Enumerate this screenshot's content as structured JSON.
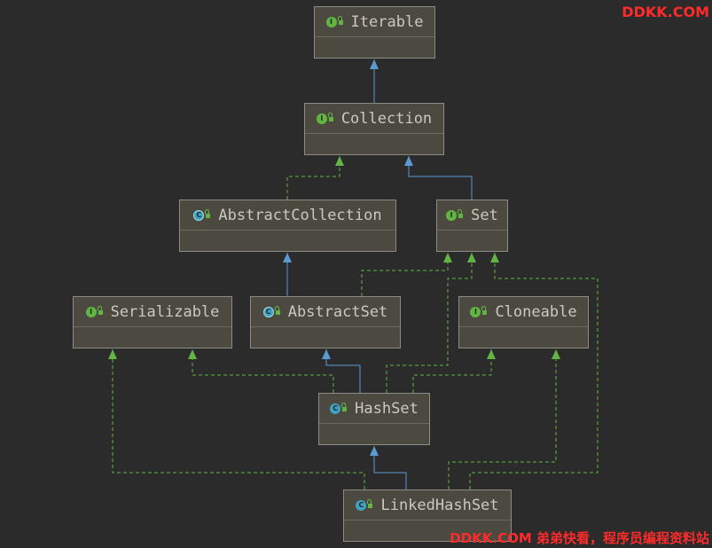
{
  "diagram": {
    "nodes": [
      {
        "id": "iterable",
        "label": "Iterable",
        "kind": "interface",
        "badge": "I"
      },
      {
        "id": "collection",
        "label": "Collection",
        "kind": "interface",
        "badge": "I"
      },
      {
        "id": "abstract-collection",
        "label": "AbstractCollection",
        "kind": "abstract",
        "badge": "C"
      },
      {
        "id": "set",
        "label": "Set",
        "kind": "interface",
        "badge": "I"
      },
      {
        "id": "serializable",
        "label": "Serializable",
        "kind": "interface",
        "badge": "I"
      },
      {
        "id": "abstract-set",
        "label": "AbstractSet",
        "kind": "abstract",
        "badge": "C"
      },
      {
        "id": "cloneable",
        "label": "Cloneable",
        "kind": "interface",
        "badge": "I"
      },
      {
        "id": "hash-set",
        "label": "HashSet",
        "kind": "class",
        "badge": "C"
      },
      {
        "id": "linked-hash-set",
        "label": "LinkedHashSet",
        "kind": "class",
        "badge": "C"
      }
    ],
    "edges": [
      {
        "from": "collection",
        "to": "iterable",
        "type": "extends"
      },
      {
        "from": "abstract-collection",
        "to": "collection",
        "type": "implements"
      },
      {
        "from": "set",
        "to": "collection",
        "type": "extends"
      },
      {
        "from": "abstract-set",
        "to": "abstract-collection",
        "type": "extends"
      },
      {
        "from": "abstract-set",
        "to": "set",
        "type": "implements"
      },
      {
        "from": "hash-set",
        "to": "abstract-set",
        "type": "extends"
      },
      {
        "from": "hash-set",
        "to": "serializable",
        "type": "implements"
      },
      {
        "from": "hash-set",
        "to": "set",
        "type": "implements"
      },
      {
        "from": "hash-set",
        "to": "cloneable",
        "type": "implements"
      },
      {
        "from": "linked-hash-set",
        "to": "hash-set",
        "type": "extends"
      },
      {
        "from": "linked-hash-set",
        "to": "serializable",
        "type": "implements"
      },
      {
        "from": "linked-hash-set",
        "to": "cloneable",
        "type": "implements"
      },
      {
        "from": "linked-hash-set",
        "to": "set",
        "type": "implements"
      }
    ]
  },
  "colors": {
    "extends_line": "#5b9bd5",
    "implements_line": "#62b543",
    "interface_badge": "#62b543",
    "class_badge": "#3fa2c2"
  },
  "watermark": {
    "top": "DDKK.COM",
    "bottom": "DDKK.COM 弟弟快看，程序员编程资料站"
  }
}
